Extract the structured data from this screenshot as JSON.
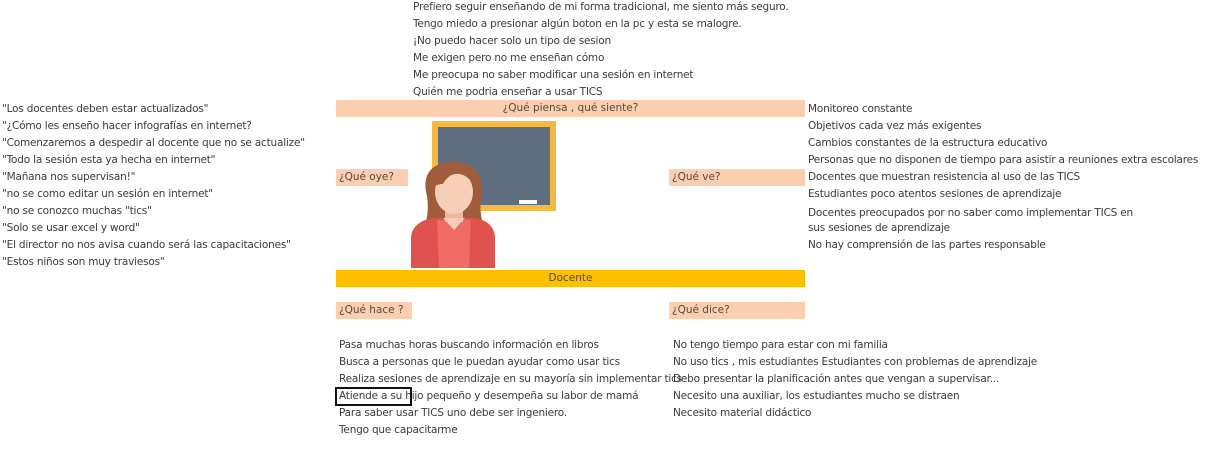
{
  "piensa_items": [
    "Prefiero seguir enseñando de mi forma tradicional, me siento más seguro.",
    "Tengo miedo a presionar algún boton en la pc y esta se malogre.",
    "¡No puedo hacer solo un tipo de sesion",
    "Me exigen pero no me enseñan cómo",
    "Me preocupa no saber modificar una sesión en internet",
    "Quién me podria enseñar a usar TICS"
  ],
  "headers": {
    "piensa": "¿Qué piensa , qué siente?",
    "oye": "¿Qué oye?",
    "ve": "¿Qué ve?",
    "docente": "Docente",
    "hace": "¿Qué hace ?",
    "dice": "¿Qué dice?"
  },
  "oye_items": [
    "\"Los docentes deben estar actualizados\"",
    "\"¿Cómo les enseño hacer infografías en internet?",
    "\"Comenzaremos a despedir al docente que no se actualize\"",
    "\"Todo la sesión esta ya hecha en internet\"",
    "\"Mañana nos supervisan!\"",
    "\"no se como  editar un sesión en internet\"",
    "\"no se  conozco muchas \"tics\"",
    "\"Solo se usar excel y word\"",
    "\"El director no nos avisa cuando será las capacitaciones\"",
    "\"Estos niños son muy traviesos\""
  ],
  "ve_items": [
    "Monitoreo constante",
    "Objetivos cada vez más exigentes",
    "Cambios constantes de la estructura educativo",
    "Personas que no disponen de tiempo para asistir a reuniones extra escolares",
    "Docentes que muestran resistencia al uso de las TICS",
    "Estudiantes poco atentos sesiones de aprendizaje",
    "Docentes preocupados por no saber como implementar TICS en",
    "sus sesiones de aprendizaje",
    "No hay comprensión de las partes responsable"
  ],
  "hace_items": [
    "Pasa muchas horas buscando información en libros",
    "Busca a personas que le puedan ayudar como usar tics",
    "Realiza sesiones de aprendizaje en su mayoría sin implementar tics",
    "Atiende a su hijo pequeño y  desempeña su labor de mamá",
    "Para saber usar  TICS uno debe ser ingeniero.",
    "Tengo que capacitarme"
  ],
  "dice_items": [
    "No tengo tiempo para estar con mi familia",
    "No uso tics , mis estudiantes Estudiantes con problemas de aprendizaje",
    "Debo presentar  la planificación antes que vengan a supervisar...",
    "Necesito una auxiliar, los estudiantes mucho se distraen",
    "Necesito material didáctico"
  ],
  "colors": {
    "peach": "#fbcfb0",
    "gold": "#fcc000",
    "board_frame": "#f4b942",
    "board": "#5e6e7f",
    "hair": "#a15c3b",
    "skin": "#f6cdb6",
    "shirt": "#e0524f"
  },
  "icons": {
    "illustration": "teacher-at-chalkboard"
  }
}
